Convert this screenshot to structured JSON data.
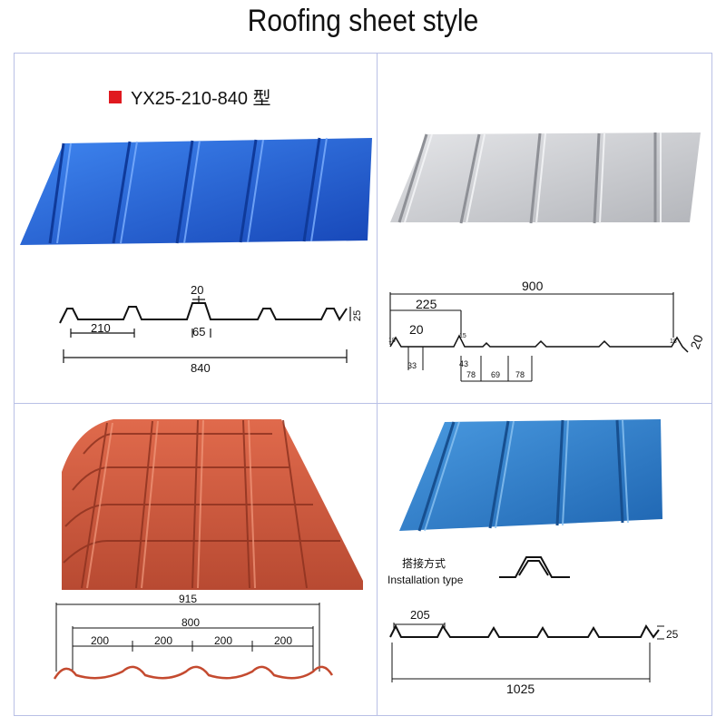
{
  "page_title": "Roofing sheet style",
  "panels": {
    "top_left": {
      "model_label": "YX25-210-840 型",
      "sheet_color": "#1e5fd6",
      "dims": {
        "rib_top": "20",
        "pitch": "210",
        "rib_height": "65",
        "height": "25",
        "cover_width": "840"
      }
    },
    "top_right": {
      "sheet_color": "#c9cbcf",
      "dims": {
        "total": "900",
        "pitch": "225",
        "rib_top": "20",
        "rib_base": "33",
        "left_height": "18",
        "rib_small": "15",
        "mid": "43",
        "seg_a": "78",
        "seg_b": "69",
        "seg_c": "78",
        "right_height": "18",
        "slope": "20"
      }
    },
    "bottom_left": {
      "sheet_color": "#c8563b",
      "dims": {
        "total": "915",
        "cover": "800",
        "seg_1": "200",
        "seg_2": "200",
        "seg_3": "200",
        "seg_4": "200"
      }
    },
    "bottom_right": {
      "sheet_color": "#2f7fc9",
      "install_cn": "搭接方式",
      "install_en": "Installation type",
      "dims": {
        "pitch": "205",
        "height": "25",
        "cover_width": "1025"
      }
    }
  }
}
